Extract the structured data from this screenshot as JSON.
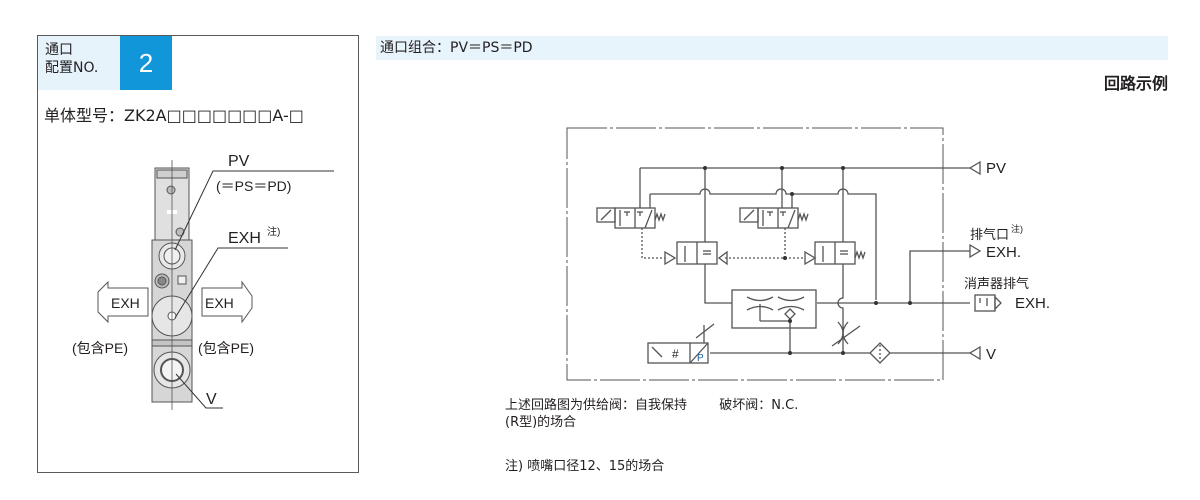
{
  "left_panel": {
    "port_label_line1": "通口",
    "port_label_line2": "配置NO.",
    "port_number": "2",
    "model_prefix": "单体型号：ZK2A",
    "model_boxes": "□□□□□□□",
    "model_suffix_a": "A-",
    "model_suffix_box": "□",
    "callouts": {
      "pv": "PV",
      "pv_sub": "(＝PS＝PD)",
      "exh": "EXH",
      "exh_note": "注)",
      "exh_left": "EXH",
      "exh_right": "EXH",
      "pe_left": "(包含PE)",
      "pe_right": "(包含PE)",
      "v": "V"
    }
  },
  "header": {
    "port_combination": "通口组合：PV＝PS＝PD",
    "circuit_example_title": "回路示例"
  },
  "circuit": {
    "port_pv": "PV",
    "exhaust_port_label": "排气口",
    "exhaust_port_note": "注)",
    "exh_port_1": "EXH.",
    "silencer_label": "消声器排气",
    "exh_port_2": "EXH.",
    "port_v": "V",
    "pressure_switch_letter": "P",
    "hash_symbol": "#"
  },
  "captions": {
    "line1_left": "上述回路图为供给阀：自我保持",
    "line1_right": "破坏阀：N.C.",
    "line2": "(R型)的场合",
    "note": "注) 喷嘴口径12、15的场合"
  },
  "colors": {
    "accent_blue": "#1196d9",
    "light_blue_bg": "#e6f3fb",
    "line_gray": "#555555"
  }
}
